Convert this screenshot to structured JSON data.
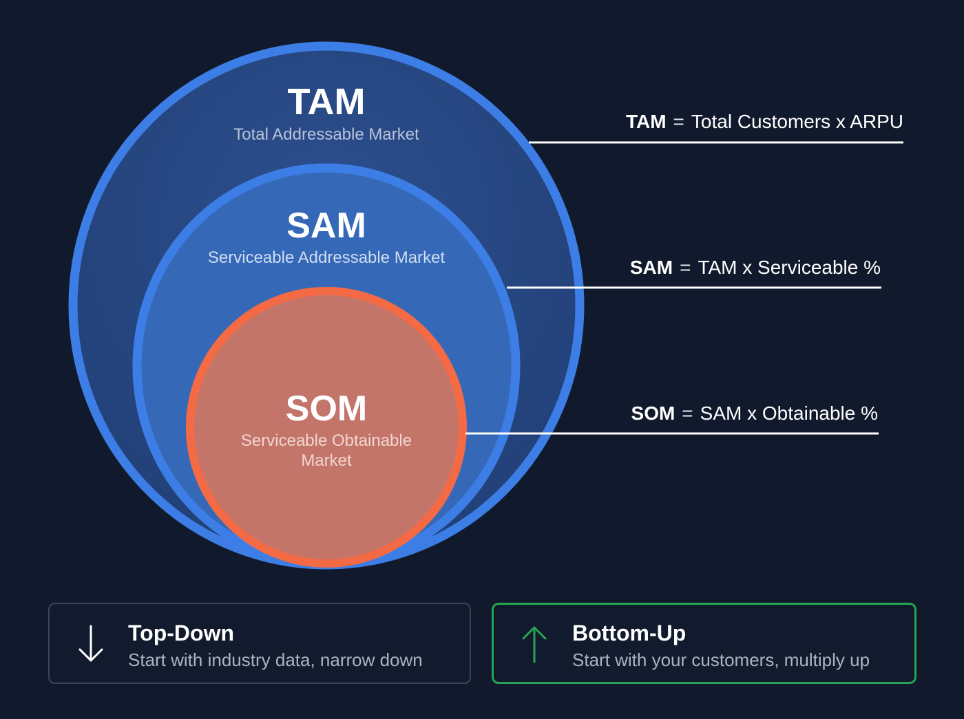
{
  "tam": {
    "acronym": "TAM",
    "full_name": "Total Addressable Market",
    "formula_label": "TAM",
    "formula": "Total Customers x ARPU"
  },
  "sam": {
    "acronym": "SAM",
    "full_name": "Serviceable Addressable Market",
    "formula_label": "SAM",
    "formula": "TAM x Serviceable %"
  },
  "som": {
    "acronym": "SOM",
    "full_name_line1": "Serviceable Obtainable",
    "full_name_line2": "Market",
    "formula_label": "SOM",
    "formula": "SAM x Obtainable %"
  },
  "equals": "=",
  "approaches": {
    "top_down": {
      "title": "Top-Down",
      "description": "Start with industry data, narrow down",
      "icon": "arrow-down-icon"
    },
    "bottom_up": {
      "title": "Bottom-Up",
      "description": "Start with your customers, multiply up",
      "icon": "arrow-up-icon"
    }
  },
  "colors": {
    "background": "#111a2c",
    "tam_stroke": "#3d7ee6",
    "sam_stroke": "#3d7ee6",
    "som_stroke": "#f46a45",
    "som_fill": "#c9766b",
    "bottom_up_border": "#26a653"
  }
}
